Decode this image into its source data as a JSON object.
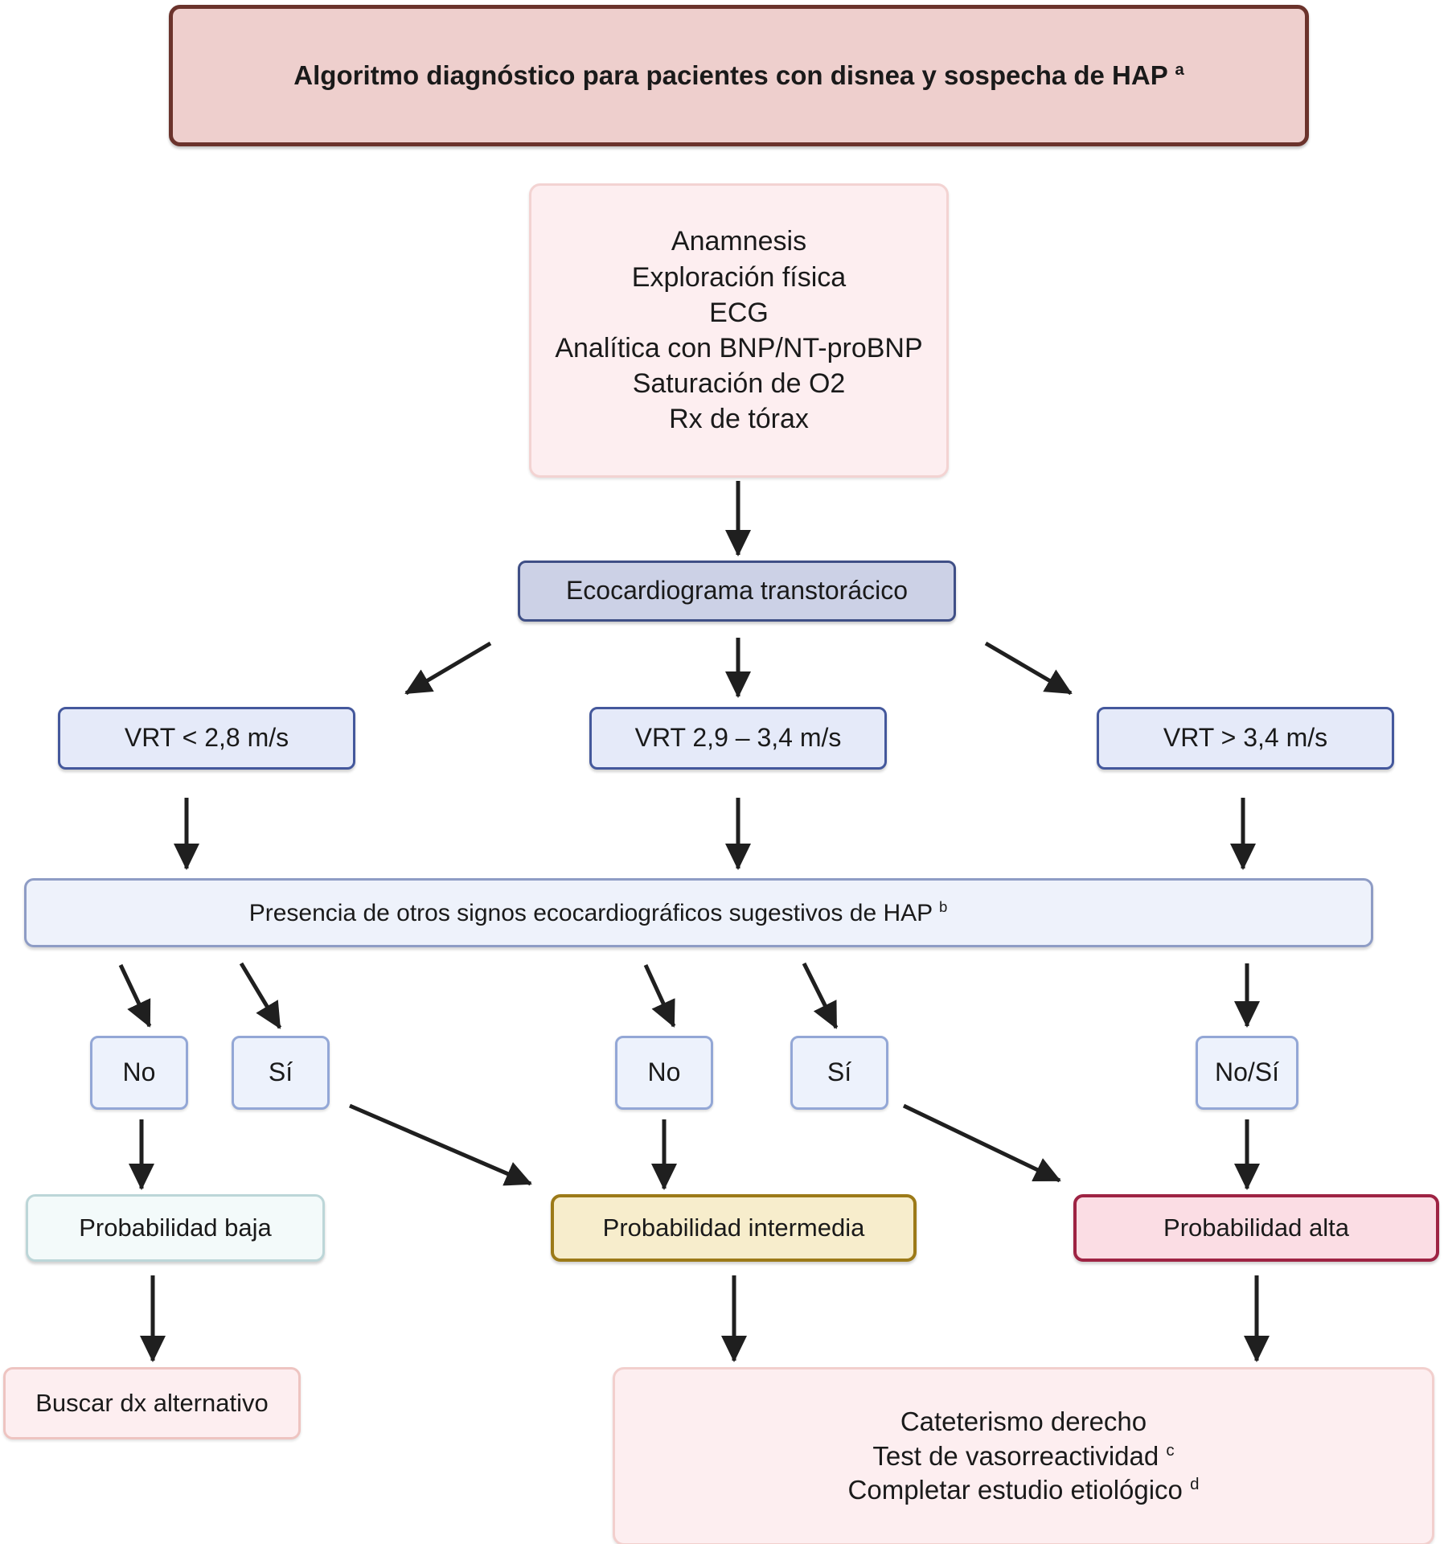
{
  "diagram": {
    "title": {
      "text": "Algoritmo diagnóstico para pacientes con disnea y sospecha de HAP",
      "superscript": "a"
    },
    "initial_assessment": {
      "lines": "Anamnesis\nExploración física\nECG\nAnalítica con BNP/NT-proBNP\nSaturación de O2\nRx de tórax"
    },
    "echocardiogram": {
      "label": "Ecocardiograma transtorácico"
    },
    "vrt": {
      "low": "VRT < 2,8 m/s",
      "intermediate": "VRT 2,9 – 3,4 m/s",
      "high": "VRT > 3,4 m/s"
    },
    "other_signs": {
      "text": "Presencia de otros signos ecocardiográficos sugestivos de HAP",
      "superscript": "b"
    },
    "answers": {
      "a1": "No",
      "a2": "Sí",
      "a3": "No",
      "a4": "Sí",
      "a5": "No/Sí"
    },
    "probability": {
      "low": "Probabilidad baja",
      "intermediate": "Probabilidad intermedia",
      "high": "Probabilidad alta"
    },
    "outcomes": {
      "alternative_dx": "Buscar dx alternativo",
      "catheterization_line1": "Cateterismo derecho",
      "catheterization_line2": "Test de vasorreactividad",
      "catheterization_line2_sup": "c",
      "catheterization_line3": "Completar estudio etiológico",
      "catheterization_line3_sup": "d"
    },
    "colors": {
      "title_border": "#6b332c",
      "title_fill": "#eecfcd",
      "pink_fill": "#fdeef0",
      "echo_border": "#3f4f86",
      "echo_fill": "#ccd1e6",
      "blue_border": "#44589c",
      "blue_fill": "#e5eaf9",
      "prob_low_border": "#bcd6d8",
      "prob_mid_border": "#9c7a18",
      "prob_mid_fill": "#f7edcc",
      "prob_high_border": "#9e2343",
      "prob_high_fill": "#fbdde4",
      "arrow": "#1f1f1f"
    }
  }
}
